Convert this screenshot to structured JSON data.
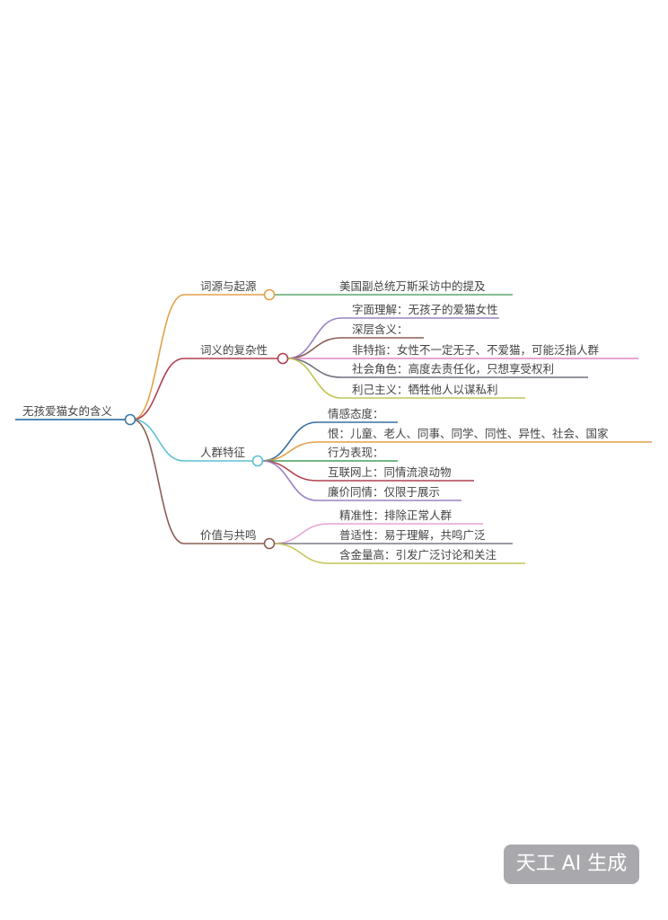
{
  "root": {
    "label": "无孩爱猫女的含义",
    "color": "#3b78a8"
  },
  "branches": [
    {
      "label": "词源与起源",
      "color": "#e3a04a",
      "children": [
        {
          "label": "美国副总统万斯采访中的提及",
          "color": "#5aa86c"
        }
      ]
    },
    {
      "label": "词义的复杂性",
      "color": "#b0404f",
      "children": [
        {
          "label": "字面理解：无孩子的爱猫女性",
          "color": "#9c84c4"
        },
        {
          "label": "深层含义：",
          "color": "#8a5e52"
        },
        {
          "label": "非特指：女性不一定无子、不爱猫，可能泛指人群",
          "color": "#e085c4"
        },
        {
          "label": "社会角色：高度去责任化，只想享受权利",
          "color": "#6f7080"
        },
        {
          "label": "利己主义：牺牲他人以谋私利",
          "color": "#c4c458"
        }
      ]
    },
    {
      "label": "人群特征",
      "color": "#58c2d0",
      "children": [
        {
          "label": "情感态度：",
          "color": "#3b70a0"
        },
        {
          "label": "恨：儿童、老人、同事、同学、同性、异性、社会、国家",
          "color": "#e3a04a"
        },
        {
          "label": "行为表现：",
          "color": "#43a05e"
        },
        {
          "label": "互联网上：同情流浪动物",
          "color": "#b0404f"
        },
        {
          "label": "廉价同情：仅限于展示",
          "color": "#9c84c4"
        }
      ]
    },
    {
      "label": "价值与共鸣",
      "color": "#8a5e52",
      "children": [
        {
          "label": "精准性：排除正常人群",
          "color": "#e3a3d4"
        },
        {
          "label": "普适性：易于理解，共鸣广泛",
          "color": "#7a7a86"
        },
        {
          "label": "含金量高：引发广泛讨论和关注",
          "color": "#c4c458"
        }
      ]
    }
  ],
  "watermark": "天工 AI 生成"
}
